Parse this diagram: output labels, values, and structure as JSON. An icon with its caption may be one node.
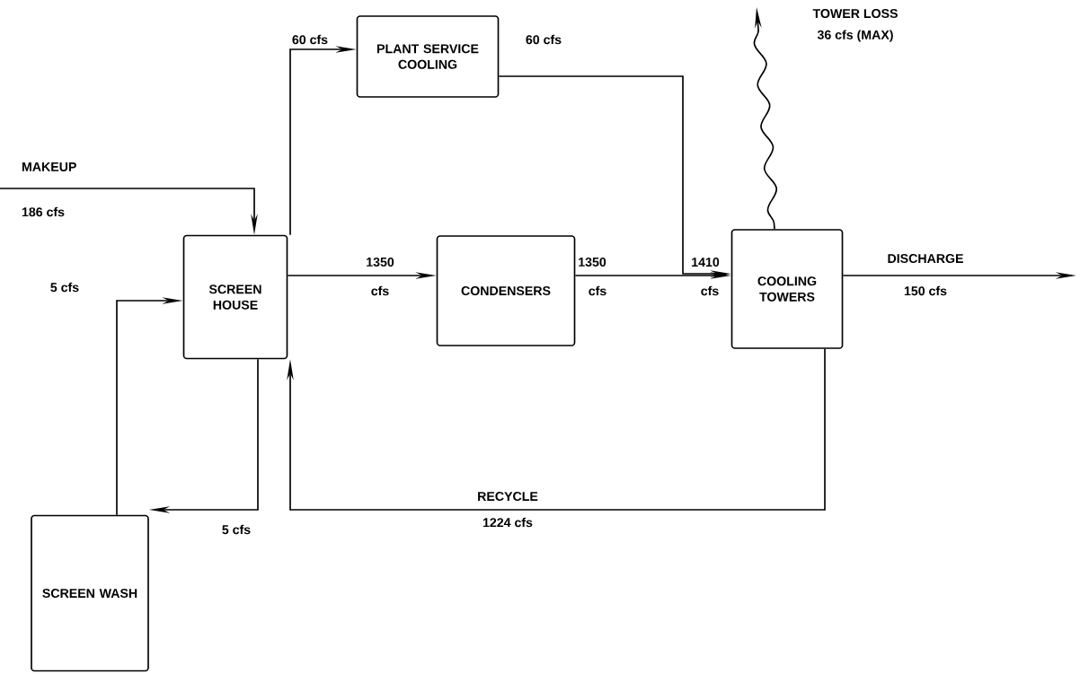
{
  "diagram": {
    "nodes": [
      {
        "text": [
          "SCREEN HOUSE"
        ]
      },
      {
        "text": [
          "PLANT SERVICE COOLING"
        ]
      },
      {
        "text": [
          "CONDENSERS"
        ]
      },
      {
        "text": [
          "COOLING TOWERS"
        ]
      },
      {
        "text": [
          "SCREEN WASH"
        ]
      }
    ],
    "edges": [
      {
        "from": null,
        "to": 0,
        "arrow": "to",
        "label": "MAKEUP"
      },
      {
        "from": 0,
        "to": 1,
        "arrow": "to",
        "label": "60 cfs"
      },
      {
        "from": 1,
        "to": 3,
        "arrow": "to",
        "label": "60 cfs"
      },
      {
        "from": 0,
        "to": 2,
        "arrow": "to",
        "label": "1350"
      },
      {
        "from": 2,
        "to": 3,
        "arrow": "to",
        "label": "1350"
      },
      {
        "from": 3,
        "to": null,
        "arrow": "to",
        "label": "DISCHARGE"
      },
      {
        "from": 3,
        "to": null,
        "arrow": "to",
        "label": "TOWER LOSS"
      },
      {
        "from": 3,
        "to": 0,
        "arrow": "to",
        "label": "RECYCLE"
      },
      {
        "from": 0,
        "to": 4,
        "arrow": "to",
        "label": "5 cfs"
      },
      {
        "from": 4,
        "to": 0,
        "arrow": "to",
        "label": "5 cfs"
      }
    ],
    "labels": [
      "186 cfs",
      "cfs",
      "cfs",
      "1410",
      "cfs",
      "150 cfs",
      "36 cfs (MAX)",
      "1224 cfs"
    ]
  }
}
